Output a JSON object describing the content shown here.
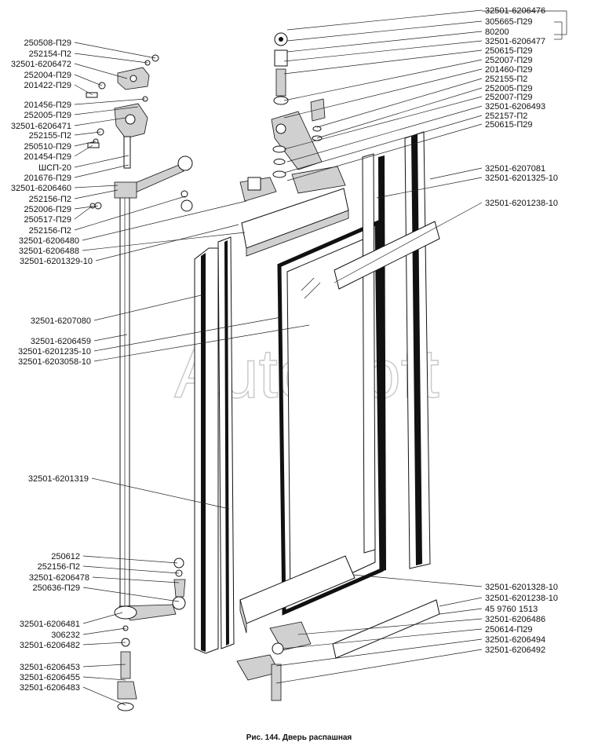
{
  "watermark": "AutoSoft",
  "caption": "Рис. 144. Дверь распашная",
  "left_labels": [
    "250508-П29",
    "252154-П2",
    "32501-6206472",
    "252004-П29",
    "201422-П29",
    "201456-П29",
    "252005-П29",
    "32501-6206471",
    "252155-П2",
    "250510-П29",
    "201454-П29",
    "ШСП-20",
    "201676-П29",
    "32501-6206460",
    "252156-П2",
    "252006-П29",
    "250517-П29",
    "252156-П2",
    "32501-6206480",
    "32501-6206488",
    "32501-6201329-10",
    "32501-6207080",
    "32501-6206459",
    "32501-6201235-10",
    "32501-6203058-10",
    "32501-6201319",
    "250612",
    "252156-П2",
    "32501-6206478",
    "250636-П29",
    "32501-6206481",
    "306232",
    "32501-6206482",
    "32501-6206453",
    "32501-6206455",
    "32501-6206483"
  ],
  "right_labels": [
    "32501-6206476",
    "305665-П29",
    "80200",
    "32501-6206477",
    "250615-П29",
    "252007-П29",
    "201460-П29",
    "252155-П2",
    "252005-П29",
    "252007-П29",
    "32501-6206493",
    "252157-П2",
    "250615-П29",
    "32501-6207081",
    "32501-6201325-10",
    "32501-6201238-10",
    "32501-6201328-10",
    "32501-6201238-10",
    "45 9760 1513",
    "32501-6206486",
    "250614-П29",
    "32501-6206494",
    "32501-6206492"
  ]
}
